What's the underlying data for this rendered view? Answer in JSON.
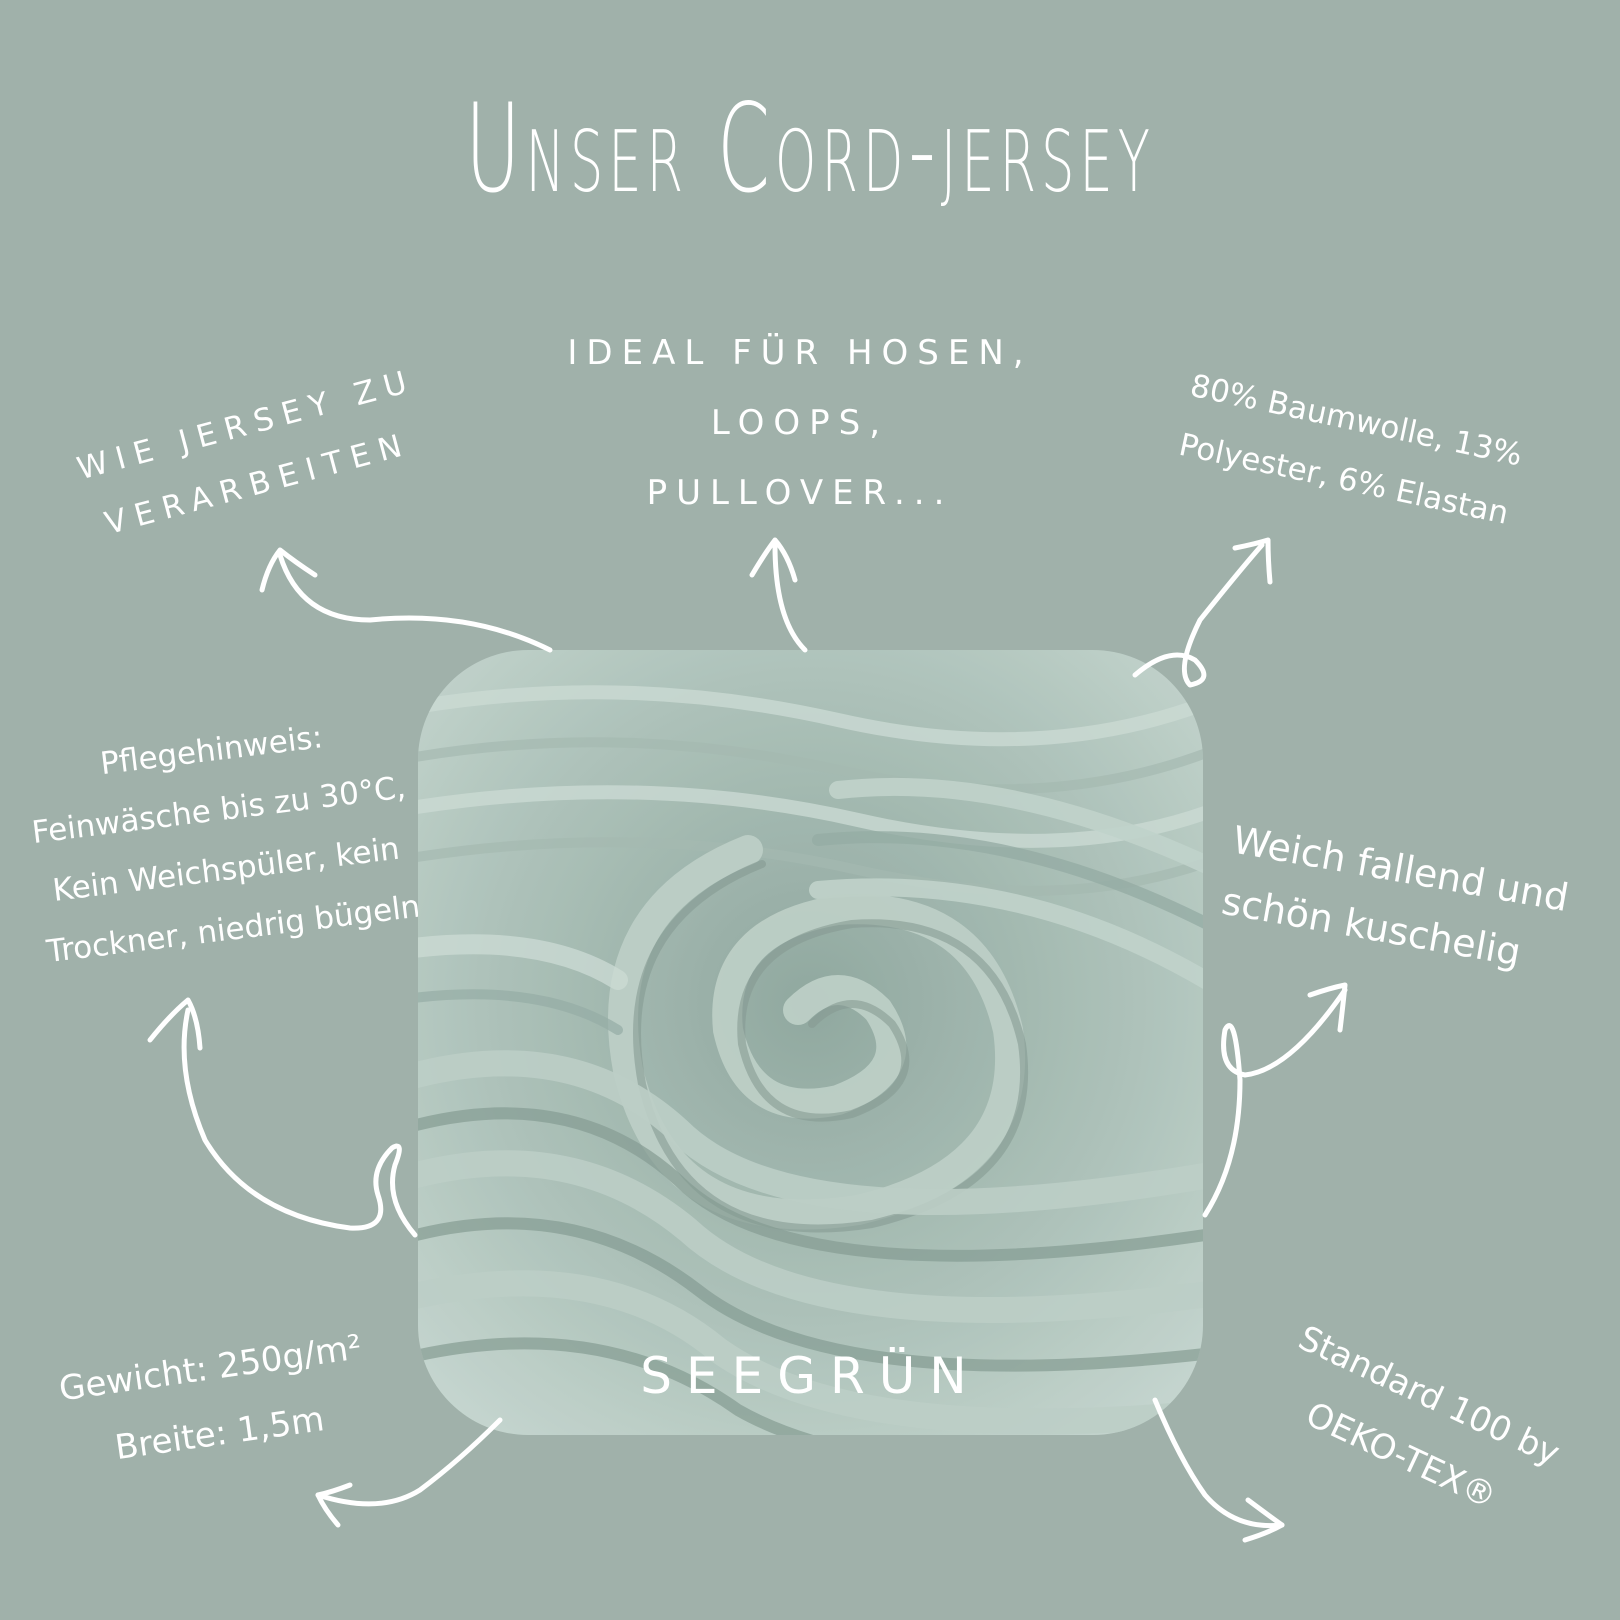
{
  "title": "Unser Cord-jersey",
  "features": {
    "top_left": [
      "Wie Jersey zu",
      "verarbeiten"
    ],
    "top_center": [
      "Ideal für Hosen,",
      "Loops,",
      "Pullover..."
    ],
    "top_right": [
      "80% Baumwolle, 13%",
      "Polyester, 6% Elastan"
    ],
    "mid_left": [
      "Pflegehinweis:",
      "Feinwäsche bis zu 30°C,",
      "Kein Weichspüler, kein",
      "Trockner, niedrig bügeln"
    ],
    "mid_right": [
      "Weich fallend und",
      "schön kuschelig"
    ],
    "bottom_left": [
      "Gewicht: 250g/m²",
      "Breite: 1,5m"
    ],
    "bottom_right": [
      "Standard 100 by",
      "OEKO-TEX®"
    ]
  },
  "product": {
    "color_name": "Seegrün"
  },
  "colors": {
    "background": "#a0b1aa",
    "text": "#ffffff",
    "fabric_light": "#b8cbc3",
    "fabric_dark": "#7e958c"
  },
  "icons": [
    "curved-arrow-icon"
  ]
}
